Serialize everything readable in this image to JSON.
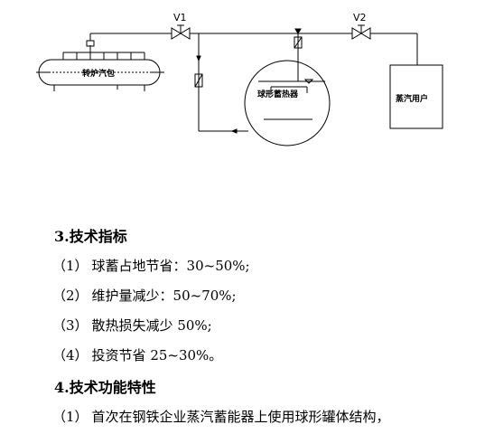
{
  "diagram": {
    "valve1_label": "V1",
    "valve2_label": "V2",
    "boiler_drum_label": "转炉汽包",
    "accumulator_label": "球形蓄热器",
    "user_label": "蒸汽用户"
  },
  "section3": {
    "heading": "3.技术指标",
    "items": [
      {
        "num": "（1）",
        "text": "球蓄占地节省：30~50%;"
      },
      {
        "num": "（2）",
        "text": "维护量减少：50~70%;"
      },
      {
        "num": "（3）",
        "text": "散热损失减少 50%;"
      },
      {
        "num": "（4）",
        "text": "投资节省 25~30%。"
      }
    ]
  },
  "section4": {
    "heading": "4.技术功能特性",
    "items": [
      {
        "num": "（1）",
        "text": "首次在钢铁企业蒸汽蓄能器上使用球形罐体结构，"
      }
    ]
  }
}
